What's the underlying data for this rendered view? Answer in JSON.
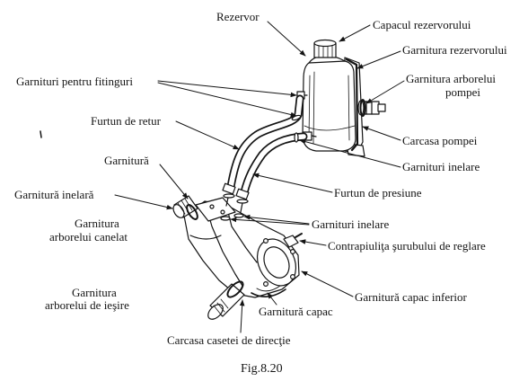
{
  "figure": {
    "caption": "Fig.8.20"
  },
  "labels": {
    "rezervor": "Rezervor",
    "capacul_rezervorului": "Capacul rezervorului",
    "garnitura_rezervorului": "Garnitura rezervorului",
    "garnitura_arborelui_pompei": {
      "line1": "Garnitura arborelui",
      "line2": "pompei"
    },
    "garnituri_pentru_fitinguri": "Garnituri pentru fitinguri",
    "furtun_de_retur": "Furtun de retur",
    "carcasa_pompei": "Carcasa pompei",
    "garnituri_inelare_pompa": "Garnituri inelare",
    "garnitura": "Garnitură",
    "furtun_de_presiune": "Furtun de presiune",
    "garnitura_inelara": "Garnitură inelară",
    "garnitura_arborelui_canelat": {
      "line1": "Garnitura",
      "line2": "arborelui canelat"
    },
    "garnituri_inelare_caseta": "Garnituri inelare",
    "contrapiulita": "Contrapiuliţa şurubului de reglare",
    "garnitura_capac_inferior": "Garnitură capac inferior",
    "garnitura_arborelui_de_iesire": {
      "line1": "Garnitura",
      "line2": "arborelui de ieşire"
    },
    "garnitura_capac": "Garnitură capac",
    "carcasa_casetei_de_directie": "Carcasa casetei de direcţie"
  }
}
